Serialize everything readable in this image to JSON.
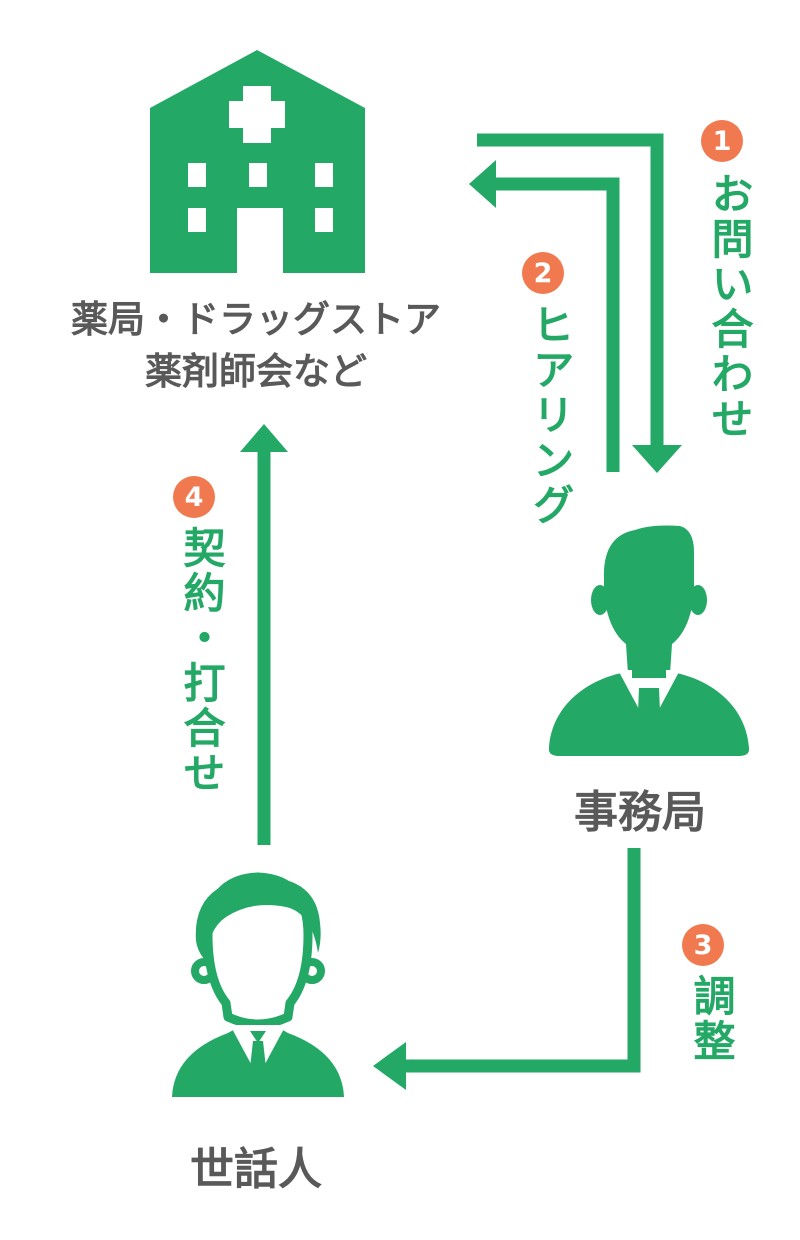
{
  "diagram_title": "",
  "palette": {
    "green": "#23A866",
    "orange": "#F1794F",
    "text_gray": "#595959",
    "white": "#FFFFFF"
  },
  "nodes": {
    "pharmacy": {
      "icon": "pharmacy-building-icon",
      "label_line1": "薬局・ドラッグストア",
      "label_line2": "薬剤師会など"
    },
    "office": {
      "icon": "office-person-icon",
      "label": "事務局"
    },
    "caretaker": {
      "icon": "caretaker-person-icon",
      "label": "世話人"
    }
  },
  "steps": [
    {
      "number": "1",
      "label": "お問い合わせ",
      "from": "pharmacy",
      "to": "office",
      "arrow_shape": "right-then-down",
      "arrowhead": "down"
    },
    {
      "number": "2",
      "label": "ヒアリング",
      "from": "office",
      "to": "pharmacy",
      "arrow_shape": "up-then-left",
      "arrowhead": "left"
    },
    {
      "number": "3",
      "label": "調整",
      "from": "office",
      "to": "caretaker",
      "arrow_shape": "down-then-left",
      "arrowhead": "left"
    },
    {
      "number": "4",
      "label": "契約・打合せ",
      "from": "caretaker",
      "to": "pharmacy",
      "arrow_shape": "straight-up",
      "arrowhead": "up"
    }
  ]
}
